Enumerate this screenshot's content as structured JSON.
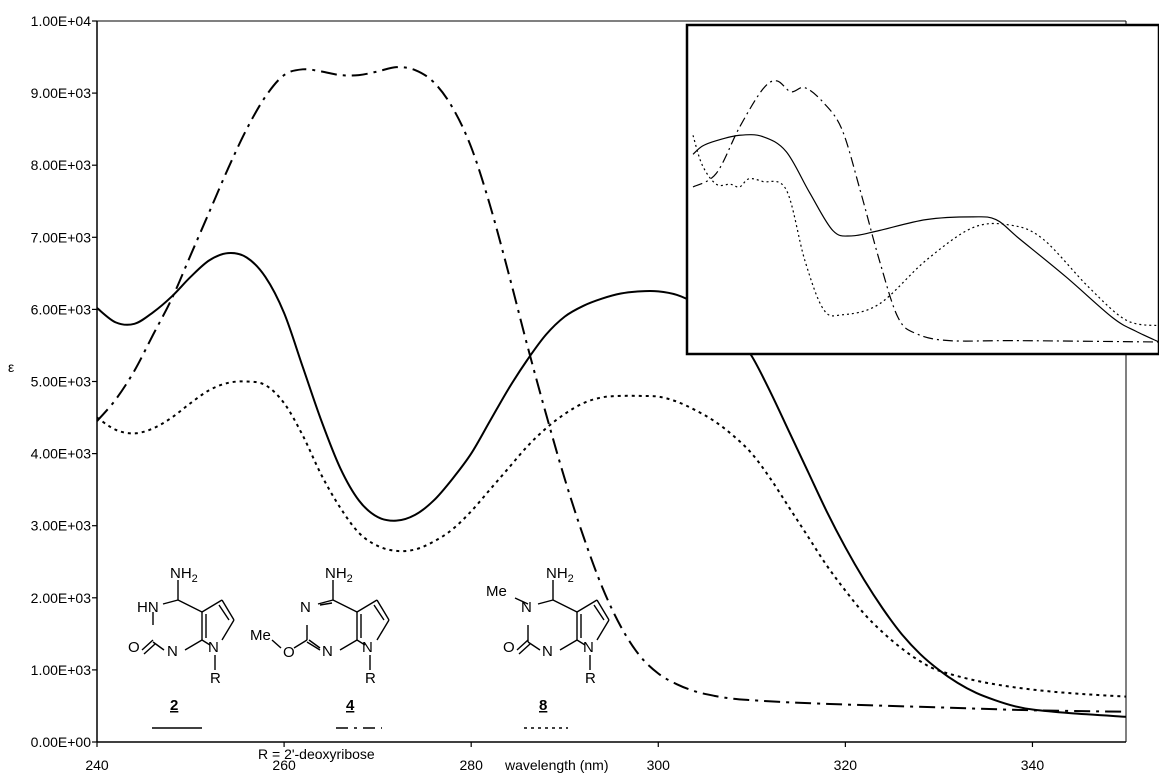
{
  "chart_data": {
    "type": "line",
    "xlabel": "wavelength (nm)",
    "ylabel": "ε",
    "xlim": [
      240,
      350
    ],
    "ylim": [
      0,
      10000
    ],
    "x_ticks": [
      "240",
      "260",
      "280",
      "300",
      "320",
      "340"
    ],
    "y_ticks": [
      "0.00E+00",
      "1.00E+03",
      "2.00E+03",
      "3.00E+03",
      "4.00E+03",
      "5.00E+03",
      "6.00E+03",
      "7.00E+03",
      "8.00E+03",
      "9.00E+03",
      "1.00E+04"
    ],
    "grid": false,
    "series": [
      {
        "name": "2",
        "style": "solid",
        "points": [
          [
            240,
            6020
          ],
          [
            242,
            5820
          ],
          [
            244,
            5800
          ],
          [
            246,
            5960
          ],
          [
            248,
            6180
          ],
          [
            250,
            6450
          ],
          [
            252,
            6680
          ],
          [
            254,
            6780
          ],
          [
            256,
            6720
          ],
          [
            258,
            6450
          ],
          [
            260,
            5950
          ],
          [
            262,
            5200
          ],
          [
            264,
            4450
          ],
          [
            266,
            3800
          ],
          [
            268,
            3350
          ],
          [
            270,
            3120
          ],
          [
            272,
            3070
          ],
          [
            274,
            3150
          ],
          [
            276,
            3350
          ],
          [
            278,
            3650
          ],
          [
            280,
            4000
          ],
          [
            282,
            4450
          ],
          [
            284,
            4900
          ],
          [
            286,
            5300
          ],
          [
            288,
            5650
          ],
          [
            290,
            5900
          ],
          [
            292,
            6050
          ],
          [
            294,
            6150
          ],
          [
            296,
            6220
          ],
          [
            298,
            6250
          ],
          [
            300,
            6250
          ],
          [
            302,
            6200
          ],
          [
            304,
            6080
          ],
          [
            306,
            5900
          ],
          [
            308,
            5700
          ],
          [
            310,
            5350
          ],
          [
            312,
            4850
          ],
          [
            314,
            4300
          ],
          [
            316,
            3750
          ],
          [
            318,
            3200
          ],
          [
            320,
            2700
          ],
          [
            322,
            2250
          ],
          [
            324,
            1850
          ],
          [
            326,
            1500
          ],
          [
            328,
            1220
          ],
          [
            330,
            1000
          ],
          [
            332,
            820
          ],
          [
            334,
            680
          ],
          [
            336,
            580
          ],
          [
            338,
            500
          ],
          [
            340,
            450
          ],
          [
            344,
            400
          ],
          [
            350,
            350
          ]
        ]
      },
      {
        "name": "4",
        "style": "dash-dot",
        "points": [
          [
            240,
            4450
          ],
          [
            242,
            4750
          ],
          [
            244,
            5150
          ],
          [
            246,
            5650
          ],
          [
            248,
            6150
          ],
          [
            250,
            6750
          ],
          [
            252,
            7350
          ],
          [
            254,
            7950
          ],
          [
            256,
            8500
          ],
          [
            258,
            8950
          ],
          [
            260,
            9250
          ],
          [
            262,
            9330
          ],
          [
            264,
            9300
          ],
          [
            266,
            9250
          ],
          [
            268,
            9250
          ],
          [
            270,
            9300
          ],
          [
            272,
            9360
          ],
          [
            274,
            9320
          ],
          [
            276,
            9150
          ],
          [
            278,
            8800
          ],
          [
            280,
            8250
          ],
          [
            282,
            7450
          ],
          [
            284,
            6500
          ],
          [
            286,
            5500
          ],
          [
            288,
            4550
          ],
          [
            290,
            3650
          ],
          [
            292,
            2850
          ],
          [
            294,
            2150
          ],
          [
            296,
            1600
          ],
          [
            298,
            1200
          ],
          [
            300,
            950
          ],
          [
            302,
            800
          ],
          [
            304,
            700
          ],
          [
            306,
            640
          ],
          [
            308,
            600
          ],
          [
            310,
            580
          ],
          [
            314,
            550
          ],
          [
            320,
            520
          ],
          [
            330,
            480
          ],
          [
            340,
            440
          ],
          [
            350,
            420
          ]
        ]
      },
      {
        "name": "8",
        "style": "dotted",
        "points": [
          [
            240,
            4500
          ],
          [
            242,
            4330
          ],
          [
            244,
            4280
          ],
          [
            246,
            4350
          ],
          [
            248,
            4500
          ],
          [
            250,
            4700
          ],
          [
            252,
            4880
          ],
          [
            254,
            4980
          ],
          [
            256,
            5000
          ],
          [
            258,
            4950
          ],
          [
            260,
            4700
          ],
          [
            262,
            4250
          ],
          [
            264,
            3700
          ],
          [
            266,
            3250
          ],
          [
            268,
            2900
          ],
          [
            270,
            2720
          ],
          [
            272,
            2650
          ],
          [
            274,
            2670
          ],
          [
            276,
            2780
          ],
          [
            278,
            2950
          ],
          [
            280,
            3200
          ],
          [
            282,
            3500
          ],
          [
            284,
            3800
          ],
          [
            286,
            4100
          ],
          [
            288,
            4350
          ],
          [
            290,
            4550
          ],
          [
            292,
            4700
          ],
          [
            294,
            4780
          ],
          [
            296,
            4800
          ],
          [
            298,
            4800
          ],
          [
            300,
            4790
          ],
          [
            302,
            4720
          ],
          [
            304,
            4600
          ],
          [
            306,
            4450
          ],
          [
            308,
            4250
          ],
          [
            310,
            4000
          ],
          [
            312,
            3650
          ],
          [
            314,
            3250
          ],
          [
            316,
            2850
          ],
          [
            318,
            2450
          ],
          [
            320,
            2100
          ],
          [
            322,
            1780
          ],
          [
            324,
            1520
          ],
          [
            326,
            1300
          ],
          [
            328,
            1120
          ],
          [
            330,
            990
          ],
          [
            334,
            850
          ],
          [
            338,
            760
          ],
          [
            342,
            700
          ],
          [
            346,
            660
          ],
          [
            350,
            630
          ]
        ]
      }
    ],
    "inset_series": [
      {
        "name": "2",
        "style": "solid",
        "points": [
          [
            0,
            0.69
          ],
          [
            0.02,
            0.72
          ],
          [
            0.05,
            0.74
          ],
          [
            0.1,
            0.76
          ],
          [
            0.15,
            0.755
          ],
          [
            0.2,
            0.7
          ],
          [
            0.25,
            0.55
          ],
          [
            0.3,
            0.41
          ],
          [
            0.34,
            0.39
          ],
          [
            0.4,
            0.41
          ],
          [
            0.5,
            0.45
          ],
          [
            0.6,
            0.46
          ],
          [
            0.65,
            0.45
          ],
          [
            0.7,
            0.38
          ],
          [
            0.8,
            0.24
          ],
          [
            0.9,
            0.09
          ],
          [
            0.95,
            0.04
          ],
          [
            1.0,
            0.0
          ]
        ]
      },
      {
        "name": "4",
        "style": "dash-dot",
        "points": [
          [
            0,
            0.57
          ],
          [
            0.05,
            0.62
          ],
          [
            0.1,
            0.79
          ],
          [
            0.15,
            0.93
          ],
          [
            0.18,
            0.96
          ],
          [
            0.21,
            0.92
          ],
          [
            0.24,
            0.935
          ],
          [
            0.28,
            0.88
          ],
          [
            0.32,
            0.78
          ],
          [
            0.36,
            0.55
          ],
          [
            0.4,
            0.3
          ],
          [
            0.44,
            0.09
          ],
          [
            0.48,
            0.03
          ],
          [
            0.55,
            0.005
          ],
          [
            0.7,
            0.005
          ],
          [
            1.0,
            0.0
          ]
        ]
      },
      {
        "name": "8",
        "style": "dotted",
        "points": [
          [
            0,
            0.76
          ],
          [
            0.02,
            0.65
          ],
          [
            0.05,
            0.58
          ],
          [
            0.08,
            0.58
          ],
          [
            0.1,
            0.57
          ],
          [
            0.12,
            0.6
          ],
          [
            0.15,
            0.59
          ],
          [
            0.2,
            0.56
          ],
          [
            0.24,
            0.3
          ],
          [
            0.28,
            0.12
          ],
          [
            0.32,
            0.1
          ],
          [
            0.4,
            0.14
          ],
          [
            0.5,
            0.3
          ],
          [
            0.6,
            0.42
          ],
          [
            0.68,
            0.43
          ],
          [
            0.75,
            0.38
          ],
          [
            0.85,
            0.2
          ],
          [
            0.93,
            0.08
          ],
          [
            1.0,
            0.06
          ]
        ]
      }
    ]
  },
  "structures": [
    {
      "name": "2",
      "r_label": "R",
      "nh2_label": "NH",
      "nh2_sub": "2",
      "atoms": {
        "hn": "HN",
        "n": "N",
        "o": "O",
        "n9": "N"
      }
    },
    {
      "name": "4",
      "r_label": "R",
      "nh2_label": "NH",
      "nh2_sub": "2",
      "atoms": {
        "n1": "N",
        "n3": "N",
        "meo": "Me",
        "o": "O",
        "n9": "N"
      }
    },
    {
      "name": "8",
      "r_label": "R",
      "nh2_label": "NH",
      "nh2_sub": "2",
      "atoms": {
        "me": "Me",
        "n1": "N",
        "n3": "N",
        "o": "O",
        "n9": "N"
      }
    }
  ],
  "r_note": "R = 2'-deoxyribose",
  "colors": {
    "line": "#000000",
    "background": "#ffffff"
  }
}
